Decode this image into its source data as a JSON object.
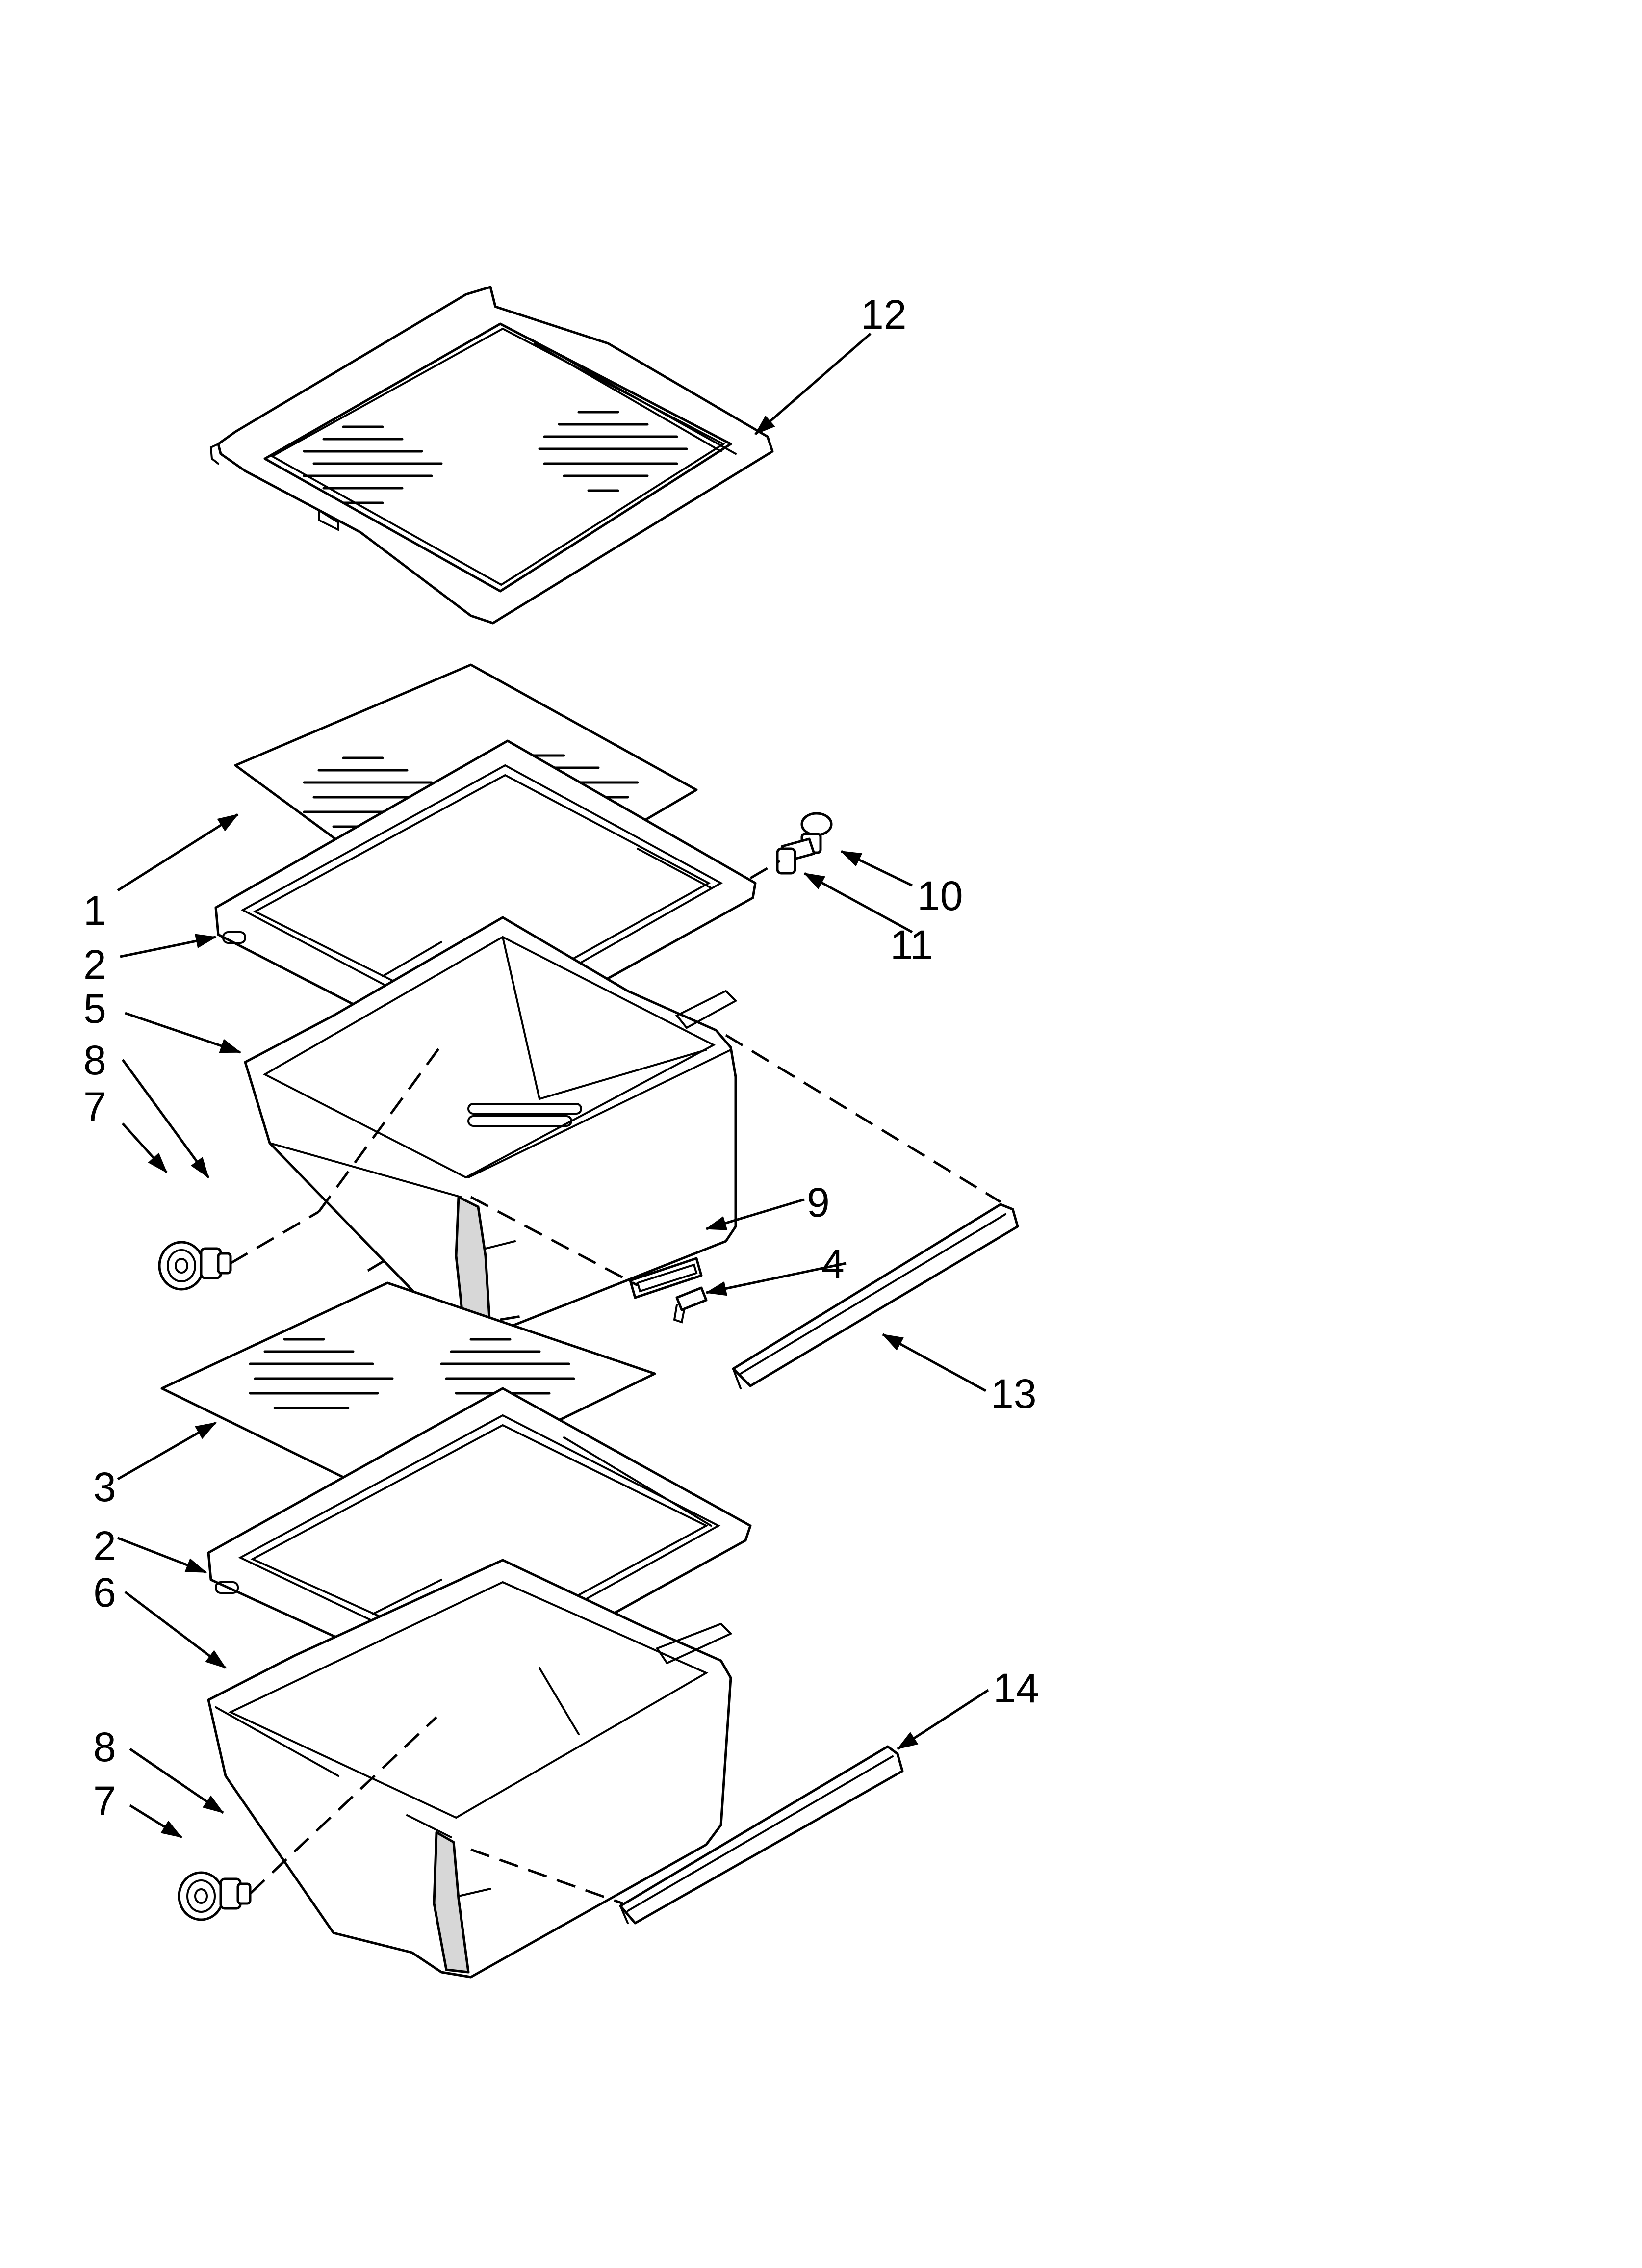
{
  "diagram": {
    "callouts": [
      {
        "id": "c12a",
        "label": "12"
      },
      {
        "id": "c1",
        "label": "1"
      },
      {
        "id": "c2a",
        "label": "2"
      },
      {
        "id": "c5",
        "label": "5"
      },
      {
        "id": "c8a",
        "label": "8"
      },
      {
        "id": "c7a",
        "label": "7"
      },
      {
        "id": "c10",
        "label": "10"
      },
      {
        "id": "c11",
        "label": "11"
      },
      {
        "id": "c9",
        "label": "9"
      },
      {
        "id": "c4",
        "label": "4"
      },
      {
        "id": "c13",
        "label": "13"
      },
      {
        "id": "c3",
        "label": "3"
      },
      {
        "id": "c2b",
        "label": "2"
      },
      {
        "id": "c6",
        "label": "6"
      },
      {
        "id": "c14",
        "label": "14"
      },
      {
        "id": "c8b",
        "label": "8"
      },
      {
        "id": "c7b",
        "label": "7"
      }
    ]
  }
}
